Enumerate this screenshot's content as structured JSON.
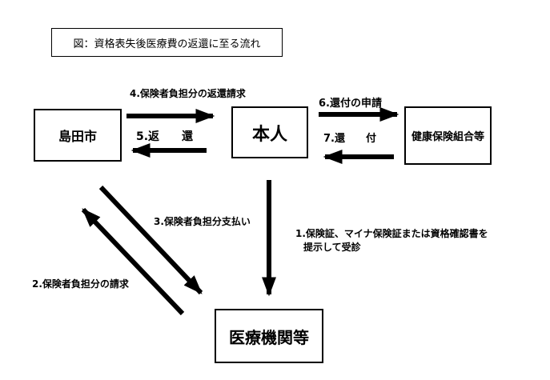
{
  "caption": "図：資格表失後医療費の返還に至る流れ",
  "nodes": {
    "shimada": "島田市",
    "honnin": "本人",
    "kenpo": "健康保険組合等",
    "iryo": "医療機関等"
  },
  "steps": {
    "s1_line1": "1.保険証、マイナ保険証または資格確認書を",
    "s1_line2": "提示して受診",
    "s2": "2.保険者負担分の請求",
    "s3": "3.保険者負担分支払い",
    "s4": "4.保険者負担分の返還請求",
    "s5": "5.返　　還",
    "s6": "6.還付の申請",
    "s7": "7.還　　付"
  }
}
